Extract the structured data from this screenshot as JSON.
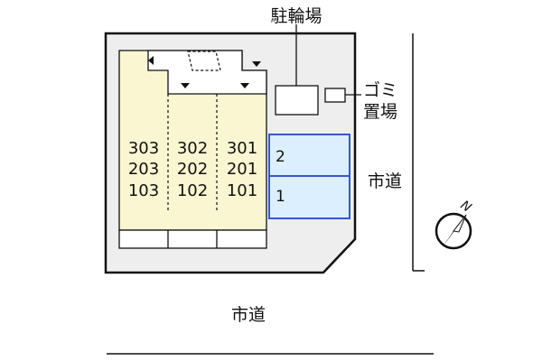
{
  "labels": {
    "bicycle_parking": "駐輪場",
    "garbage_line1": "ゴミ",
    "garbage_line2": "置場",
    "road_right": "市道",
    "road_bottom": "市道",
    "compass_north": "N"
  },
  "units": {
    "col1": [
      "303",
      "203",
      "103"
    ],
    "col2": [
      "302",
      "202",
      "102"
    ],
    "col3": [
      "301",
      "201",
      "101"
    ]
  },
  "parking": {
    "slot_upper": "2",
    "slot_lower": "1"
  },
  "colors": {
    "site_fill": "#eeeeee",
    "building_fill": "#fbf6d2",
    "parking_fill": "#dcefff",
    "parking_stroke": "#3856c8",
    "line": "#111111"
  }
}
